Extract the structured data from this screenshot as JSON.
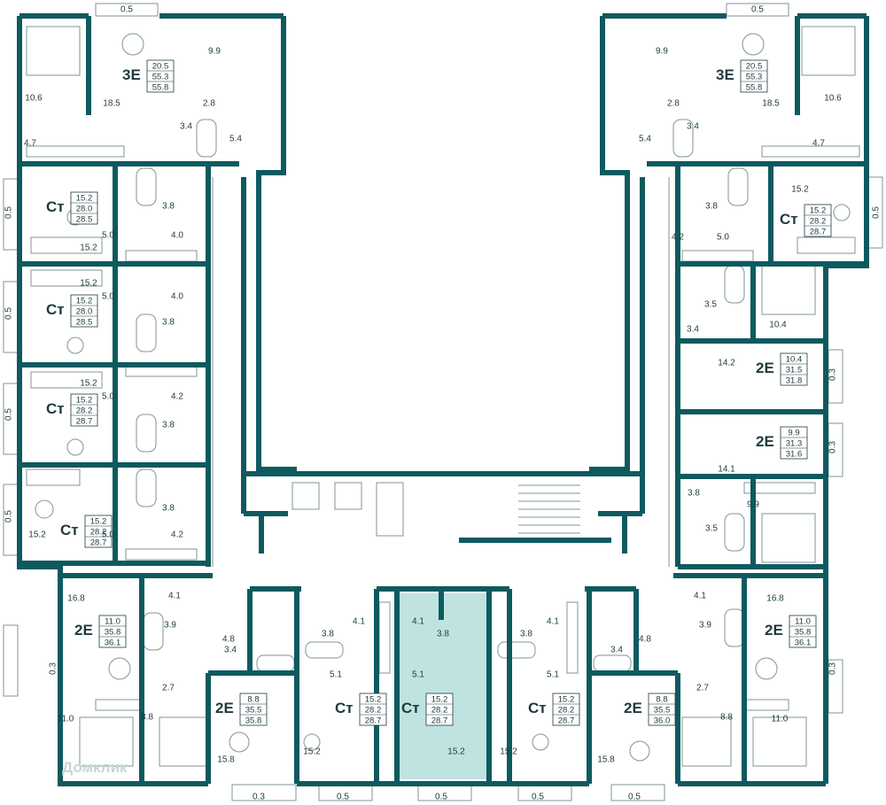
{
  "colors": {
    "wall": "#0e5a5f",
    "highlight": "#bfe3e0",
    "text": "#1f3a3d",
    "furniture": "#7f9596"
  },
  "watermark": "Домклик",
  "apartments": [
    {
      "id": "a1",
      "code": "3Е",
      "living": "20.5",
      "total": "55.3",
      "total2": "55.8"
    },
    {
      "id": "a2",
      "code": "3Е",
      "living": "20.5",
      "total": "55.3",
      "total2": "55.8"
    },
    {
      "id": "a3",
      "code": "Ст",
      "living": "15.2",
      "total": "28.0",
      "total2": "28.5"
    },
    {
      "id": "a4",
      "code": "Ст",
      "living": "15.2",
      "total": "28.0",
      "total2": "28.5"
    },
    {
      "id": "a5",
      "code": "Ст",
      "living": "15.2",
      "total": "28.2",
      "total2": "28.7"
    },
    {
      "id": "a6",
      "code": "Ст",
      "living": "15.2",
      "total": "28.2",
      "total2": "28.7"
    },
    {
      "id": "a7",
      "code": "2Е",
      "living": "11.0",
      "total": "35.8",
      "total2": "36.1"
    },
    {
      "id": "a8",
      "code": "2Е",
      "living": "8.8",
      "total": "35.5",
      "total2": "35.8"
    },
    {
      "id": "a9",
      "code": "Ст",
      "living": "15.2",
      "total": "28.2",
      "total2": "28.7"
    },
    {
      "id": "a10",
      "code": "Ст",
      "living": "15.2",
      "total": "28.2",
      "total2": "28.7"
    },
    {
      "id": "a11",
      "code": "Ст",
      "living": "15.2",
      "total": "28.2",
      "total2": "28.7"
    },
    {
      "id": "a12",
      "code": "2Е",
      "living": "8.8",
      "total": "35.5",
      "total2": "36.0"
    },
    {
      "id": "a13",
      "code": "2Е",
      "living": "11.0",
      "total": "35.8",
      "total2": "36.1"
    },
    {
      "id": "a14",
      "code": "Ст",
      "living": "15.2",
      "total": "28.2",
      "total2": "28.7"
    },
    {
      "id": "a15",
      "code": "2Е",
      "living": "10.4",
      "total": "31.5",
      "total2": "31.8"
    },
    {
      "id": "a16",
      "code": "2Е",
      "living": "9.9",
      "total": "31.3",
      "total2": "31.6"
    }
  ],
  "room_areas": [
    {
      "id": "r1",
      "text": "0.5"
    },
    {
      "id": "r2",
      "text": "9.9"
    },
    {
      "id": "r3",
      "text": "10.6"
    },
    {
      "id": "r4",
      "text": "18.5"
    },
    {
      "id": "r5",
      "text": "2.8"
    },
    {
      "id": "r6",
      "text": "3.4"
    },
    {
      "id": "r7",
      "text": "5.4"
    },
    {
      "id": "r8",
      "text": "4.7"
    },
    {
      "id": "r9",
      "text": "0.5"
    },
    {
      "id": "r10",
      "text": "3.8"
    },
    {
      "id": "r11",
      "text": "5.0"
    },
    {
      "id": "r12",
      "text": "4.0"
    },
    {
      "id": "r13",
      "text": "15.2"
    },
    {
      "id": "r14",
      "text": "15.2"
    },
    {
      "id": "r15",
      "text": "0.5"
    },
    {
      "id": "r16",
      "text": "5.0"
    },
    {
      "id": "r17",
      "text": "4.0"
    },
    {
      "id": "r18",
      "text": "3.8"
    },
    {
      "id": "r19",
      "text": "15.2"
    },
    {
      "id": "r20",
      "text": "5.0"
    },
    {
      "id": "r21",
      "text": "4.2"
    },
    {
      "id": "r22",
      "text": "0.5"
    },
    {
      "id": "r23",
      "text": "3.8"
    },
    {
      "id": "r24",
      "text": "3.8"
    },
    {
      "id": "r25",
      "text": "0.5"
    },
    {
      "id": "r26",
      "text": "15.2"
    },
    {
      "id": "r27",
      "text": "5.0"
    },
    {
      "id": "r28",
      "text": "4.2"
    },
    {
      "id": "r29",
      "text": "16.8"
    },
    {
      "id": "r30",
      "text": "4.1"
    },
    {
      "id": "r31",
      "text": "3.9"
    },
    {
      "id": "r32",
      "text": "4.8"
    },
    {
      "id": "r33",
      "text": "0.3"
    },
    {
      "id": "r34",
      "text": "3.4"
    },
    {
      "id": "r35",
      "text": "2.7"
    },
    {
      "id": "r36",
      "text": "11.0"
    },
    {
      "id": "r37",
      "text": "8.8"
    },
    {
      "id": "r38",
      "text": "15.8"
    },
    {
      "id": "r39",
      "text": "0.3"
    },
    {
      "id": "r40",
      "text": "3.8"
    },
    {
      "id": "r41",
      "text": "4.1"
    },
    {
      "id": "r42",
      "text": "5.1"
    },
    {
      "id": "r43",
      "text": "15.2"
    },
    {
      "id": "r44",
      "text": "0.5"
    },
    {
      "id": "r45",
      "text": "4.1"
    },
    {
      "id": "r46",
      "text": "3.8"
    },
    {
      "id": "r47",
      "text": "5.1"
    },
    {
      "id": "r48",
      "text": "15.2"
    },
    {
      "id": "r49",
      "text": "0.5"
    },
    {
      "id": "r50",
      "text": "3.8"
    },
    {
      "id": "r51",
      "text": "4.1"
    },
    {
      "id": "r52",
      "text": "5.1"
    },
    {
      "id": "r53",
      "text": "15.2"
    },
    {
      "id": "r54",
      "text": "0.5"
    },
    {
      "id": "r55",
      "text": "3.4"
    },
    {
      "id": "r56",
      "text": "4.8"
    },
    {
      "id": "r57",
      "text": "15.8"
    },
    {
      "id": "r58",
      "text": "0.5"
    },
    {
      "id": "r59",
      "text": "3.9"
    },
    {
      "id": "r60",
      "text": "4.1"
    },
    {
      "id": "r61",
      "text": "16.8"
    },
    {
      "id": "r62",
      "text": "2.7"
    },
    {
      "id": "r63",
      "text": "8.8"
    },
    {
      "id": "r64",
      "text": "11.0"
    },
    {
      "id": "r65",
      "text": "0.3"
    },
    {
      "id": "r66",
      "text": "3.5"
    },
    {
      "id": "r67",
      "text": "9.9"
    },
    {
      "id": "r68",
      "text": "3.8"
    },
    {
      "id": "r69",
      "text": "14.1"
    },
    {
      "id": "r70",
      "text": "0.3"
    },
    {
      "id": "r71",
      "text": "14.2"
    },
    {
      "id": "r72",
      "text": "0.3"
    },
    {
      "id": "r73",
      "text": "10.4"
    },
    {
      "id": "r74",
      "text": "3.4"
    },
    {
      "id": "r75",
      "text": "3.5"
    },
    {
      "id": "r76",
      "text": "4.2"
    },
    {
      "id": "r77",
      "text": "5.0"
    },
    {
      "id": "r78",
      "text": "3.8"
    },
    {
      "id": "r79",
      "text": "15.2"
    },
    {
      "id": "r80",
      "text": "0.5"
    },
    {
      "id": "r81",
      "text": "0.5"
    },
    {
      "id": "r82",
      "text": "9.9"
    },
    {
      "id": "r83",
      "text": "10.6"
    },
    {
      "id": "r84",
      "text": "18.5"
    },
    {
      "id": "r85",
      "text": "2.8"
    },
    {
      "id": "r86",
      "text": "3.4"
    },
    {
      "id": "r87",
      "text": "5.4"
    },
    {
      "id": "r88",
      "text": "4.7"
    }
  ]
}
